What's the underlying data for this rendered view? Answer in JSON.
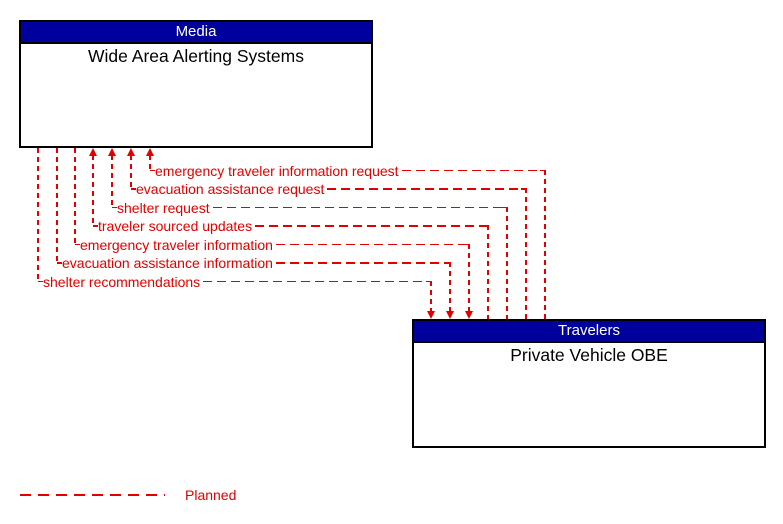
{
  "boxes": [
    {
      "category": "Media",
      "name": "Wide Area Alerting Systems"
    },
    {
      "category": "Travelers",
      "name": "Private Vehicle OBE"
    }
  ],
  "flows": [
    {
      "label": "emergency traveler information request",
      "from": "Private Vehicle OBE",
      "to": "Wide Area Alerting Systems",
      "status": "planned"
    },
    {
      "label": "evacuation assistance request",
      "from": "Private Vehicle OBE",
      "to": "Wide Area Alerting Systems",
      "status": "planned"
    },
    {
      "label": "shelter request",
      "from": "Private Vehicle OBE",
      "to": "Wide Area Alerting Systems",
      "status": "planned"
    },
    {
      "label": "traveler sourced updates",
      "from": "Private Vehicle OBE",
      "to": "Wide Area Alerting Systems",
      "status": "planned"
    },
    {
      "label": "emergency traveler information",
      "from": "Wide Area Alerting Systems",
      "to": "Private Vehicle OBE",
      "status": "planned"
    },
    {
      "label": "evacuation assistance information",
      "from": "Wide Area Alerting Systems",
      "to": "Private Vehicle OBE",
      "status": "planned"
    },
    {
      "label": "shelter recommendations",
      "from": "Wide Area Alerting Systems",
      "to": "Private Vehicle OBE",
      "status": "planned"
    }
  ],
  "legend": {
    "items": [
      {
        "label": "Planned",
        "line_style": "dashed"
      }
    ]
  },
  "colors": {
    "planned_flow": "#e00000",
    "entity_header_bg": "#00009c",
    "entity_header_text": "#ffffff",
    "entity_border": "#000000",
    "background": "#ffffff"
  }
}
